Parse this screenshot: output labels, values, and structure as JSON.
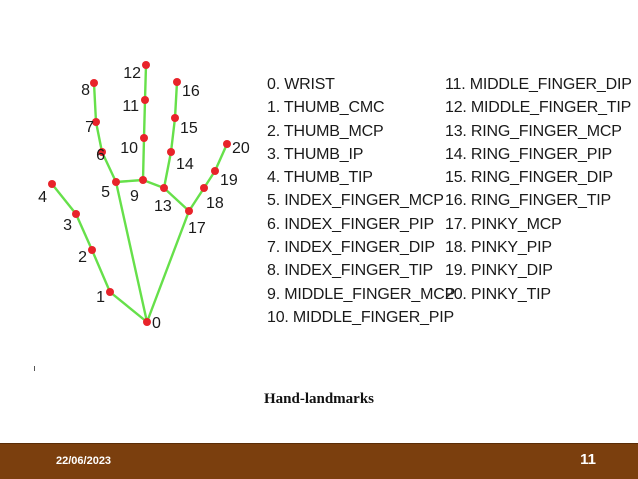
{
  "landmarks": [
    {
      "id": "0",
      "name": "0. WRIST"
    },
    {
      "id": "1",
      "name": "1. THUMB_CMC"
    },
    {
      "id": "2",
      "name": "2. THUMB_MCP"
    },
    {
      "id": "3",
      "name": "3. THUMB_IP"
    },
    {
      "id": "4",
      "name": "4. THUMB_TIP"
    },
    {
      "id": "5",
      "name": "5. INDEX_FINGER_MCP"
    },
    {
      "id": "6",
      "name": "6. INDEX_FINGER_PIP"
    },
    {
      "id": "7",
      "name": "7. INDEX_FINGER_DIP"
    },
    {
      "id": "8",
      "name": "8. INDEX_FINGER_TIP"
    },
    {
      "id": "9",
      "name": "9. MIDDLE_FINGER_MCP"
    },
    {
      "id": "10",
      "name": "10. MIDDLE_FINGER_PIP"
    },
    {
      "id": "11",
      "name": "11. MIDDLE_FINGER_DIP"
    },
    {
      "id": "12",
      "name": "12. MIDDLE_FINGER_TIP"
    },
    {
      "id": "13",
      "name": "13. RING_FINGER_MCP"
    },
    {
      "id": "14",
      "name": "14. RING_FINGER_PIP"
    },
    {
      "id": "15",
      "name": "15. RING_FINGER_DIP"
    },
    {
      "id": "16",
      "name": "16. RING_FINGER_TIP"
    },
    {
      "id": "17",
      "name": "17. PINKY_MCP"
    },
    {
      "id": "18",
      "name": "18. PINKY_PIP"
    },
    {
      "id": "19",
      "name": "19. PINKY_DIP"
    },
    {
      "id": "20",
      "name": "20. PINKY_TIP"
    }
  ],
  "connections": [
    [
      0,
      1
    ],
    [
      1,
      2
    ],
    [
      2,
      3
    ],
    [
      3,
      4
    ],
    [
      0,
      5
    ],
    [
      5,
      6
    ],
    [
      6,
      7
    ],
    [
      7,
      8
    ],
    [
      5,
      9
    ],
    [
      9,
      10
    ],
    [
      10,
      11
    ],
    [
      11,
      12
    ],
    [
      9,
      13
    ],
    [
      13,
      14
    ],
    [
      14,
      15
    ],
    [
      15,
      16
    ],
    [
      13,
      17
    ],
    [
      0,
      17
    ],
    [
      17,
      18
    ],
    [
      18,
      19
    ],
    [
      19,
      20
    ]
  ],
  "caption": "Hand-landmarks",
  "footer": {
    "date": "22/06/2023",
    "page": "11"
  },
  "colors": {
    "bone": "#66e04a",
    "joint": "#e8232a",
    "footer": "#7b3f0e"
  }
}
